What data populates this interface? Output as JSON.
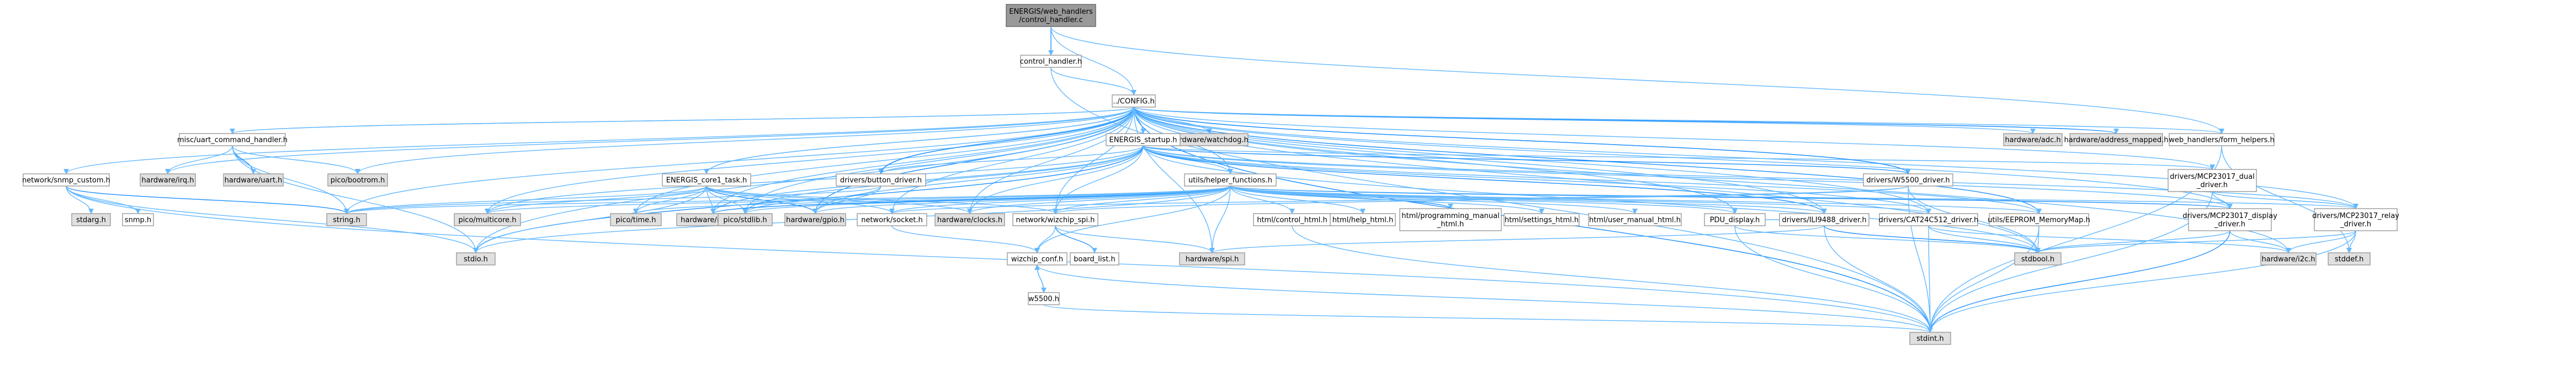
{
  "graph": {
    "nodes": [
      {
        "id": "root",
        "lines": [
          "ENERGIS/web_handlers",
          "/control_handler.c"
        ],
        "style": "root"
      },
      {
        "id": "control_handler",
        "lines": [
          "control_handler.h"
        ],
        "style": "white"
      },
      {
        "id": "config",
        "lines": [
          "../CONFIG.h"
        ],
        "style": "white"
      },
      {
        "id": "web_handlers",
        "lines": [
          "web_handlers/form_helpers.h"
        ],
        "style": "white"
      },
      {
        "id": "hw_watchdog",
        "lines": [
          "hardware/watchdog.h"
        ],
        "style": "grey"
      },
      {
        "id": "hw_adc",
        "lines": [
          "hardware/adc.h"
        ],
        "style": "grey"
      },
      {
        "id": "hw_address",
        "lines": [
          "hardware/address_mapped.h"
        ],
        "style": "grey"
      },
      {
        "id": "misc_uart",
        "lines": [
          "misc/uart_command_handler.h"
        ],
        "style": "white"
      },
      {
        "id": "energis_startup",
        "lines": [
          "ENERGIS_startup.h"
        ],
        "style": "white"
      },
      {
        "id": "drivers_mcp_dual",
        "lines": [
          "drivers/MCP23017_dual",
          "_driver.h"
        ],
        "style": "white"
      },
      {
        "id": "network_snmp",
        "lines": [
          "network/snmp_custom.h"
        ],
        "style": "white"
      },
      {
        "id": "hw_irq",
        "lines": [
          "hardware/irq.h"
        ],
        "style": "grey"
      },
      {
        "id": "hw_uart",
        "lines": [
          "hardware/uart.h"
        ],
        "style": "grey"
      },
      {
        "id": "pico_bootrom",
        "lines": [
          "pico/bootrom.h"
        ],
        "style": "grey"
      },
      {
        "id": "energis_core1",
        "lines": [
          "ENERGIS_core1_task.h"
        ],
        "style": "white"
      },
      {
        "id": "drivers_button",
        "lines": [
          "drivers/button_driver.h"
        ],
        "style": "white"
      },
      {
        "id": "utils_helper",
        "lines": [
          "utils/helper_functions.h"
        ],
        "style": "white"
      },
      {
        "id": "drivers_w5500",
        "lines": [
          "drivers/W5500_driver.h"
        ],
        "style": "white"
      },
      {
        "id": "stdarg",
        "lines": [
          "stdarg.h"
        ],
        "style": "grey"
      },
      {
        "id": "snmp",
        "lines": [
          "snmp.h"
        ],
        "style": "white"
      },
      {
        "id": "string",
        "lines": [
          "string.h"
        ],
        "style": "grey"
      },
      {
        "id": "pico_multicore",
        "lines": [
          "pico/multicore.h"
        ],
        "style": "grey"
      },
      {
        "id": "pico_time",
        "lines": [
          "pico/time.h"
        ],
        "style": "grey"
      },
      {
        "id": "hw_resets",
        "lines": [
          "hardware/resets.h"
        ],
        "style": "grey"
      },
      {
        "id": "pico_stdlib",
        "lines": [
          "pico/stdlib.h"
        ],
        "style": "grey"
      },
      {
        "id": "hw_gpio",
        "lines": [
          "hardware/gpio.h"
        ],
        "style": "grey"
      },
      {
        "id": "network_socket",
        "lines": [
          "network/socket.h"
        ],
        "style": "white"
      },
      {
        "id": "hw_clocks",
        "lines": [
          "hardware/clocks.h"
        ],
        "style": "grey"
      },
      {
        "id": "network_wizchip",
        "lines": [
          "network/wizchip_spi.h"
        ],
        "style": "white"
      },
      {
        "id": "html_control",
        "lines": [
          "html/control_html.h"
        ],
        "style": "white"
      },
      {
        "id": "html_help",
        "lines": [
          "html/help_html.h"
        ],
        "style": "white"
      },
      {
        "id": "html_programming",
        "lines": [
          "html/programming_manual",
          "_html.h"
        ],
        "style": "white"
      },
      {
        "id": "html_settings",
        "lines": [
          "html/settings_html.h"
        ],
        "style": "white"
      },
      {
        "id": "html_user_manual",
        "lines": [
          "html/user_manual_html.h"
        ],
        "style": "white"
      },
      {
        "id": "pdu_display",
        "lines": [
          "PDU_display.h"
        ],
        "style": "white"
      },
      {
        "id": "drivers_ili9488",
        "lines": [
          "drivers/ILI9488_driver.h"
        ],
        "style": "white"
      },
      {
        "id": "drivers_cat24c512",
        "lines": [
          "drivers/CAT24C512_driver.h"
        ],
        "style": "white"
      },
      {
        "id": "utils_eeprom",
        "lines": [
          "utils/EEPROM_MemoryMap.h"
        ],
        "style": "white"
      },
      {
        "id": "drivers_mcp_display",
        "lines": [
          "drivers/MCP23017_display",
          "_driver.h"
        ],
        "style": "white"
      },
      {
        "id": "drivers_mcp_relay",
        "lines": [
          "drivers/MCP23017_relay",
          "_driver.h"
        ],
        "style": "white"
      },
      {
        "id": "stdio",
        "lines": [
          "stdio.h"
        ],
        "style": "grey"
      },
      {
        "id": "wizchip_conf",
        "lines": [
          "wizchip_conf.h"
        ],
        "style": "white"
      },
      {
        "id": "board_list",
        "lines": [
          "board_list.h"
        ],
        "style": "white"
      },
      {
        "id": "hw_spi",
        "lines": [
          "hardware/spi.h"
        ],
        "style": "grey"
      },
      {
        "id": "stdbool",
        "lines": [
          "stdbool.h"
        ],
        "style": "grey"
      },
      {
        "id": "hw_i2c",
        "lines": [
          "hardware/i2c.h"
        ],
        "style": "grey"
      },
      {
        "id": "stddef",
        "lines": [
          "stddef.h"
        ],
        "style": "grey"
      },
      {
        "id": "w5500",
        "lines": [
          "w5500.h"
        ],
        "style": "white"
      },
      {
        "id": "stdint",
        "lines": [
          "stdint.h"
        ],
        "style": "grey"
      }
    ],
    "edges": [
      [
        "root",
        "control_handler"
      ],
      [
        "root",
        "config"
      ],
      [
        "root",
        "web_handlers"
      ],
      [
        "control_handler",
        "config"
      ],
      [
        "control_handler",
        "stdint"
      ],
      [
        "config",
        "hw_watchdog"
      ],
      [
        "config",
        "hw_adc"
      ],
      [
        "config",
        "hw_address"
      ],
      [
        "config",
        "misc_uart"
      ],
      [
        "config",
        "energis_startup"
      ],
      [
        "config",
        "drivers_mcp_dual"
      ],
      [
        "config",
        "network_snmp"
      ],
      [
        "config",
        "energis_core1"
      ],
      [
        "config",
        "drivers_button"
      ],
      [
        "config",
        "utils_helper"
      ],
      [
        "config",
        "drivers_w5500"
      ],
      [
        "config",
        "string"
      ],
      [
        "config",
        "pico_multicore"
      ],
      [
        "config",
        "pico_time"
      ],
      [
        "config",
        "hw_resets"
      ],
      [
        "config",
        "pico_stdlib"
      ],
      [
        "config",
        "hw_gpio"
      ],
      [
        "config",
        "network_socket"
      ],
      [
        "config",
        "hw_clocks"
      ],
      [
        "config",
        "network_wizchip"
      ],
      [
        "config",
        "pdu_display"
      ],
      [
        "config",
        "drivers_ili9488"
      ],
      [
        "config",
        "drivers_cat24c512"
      ],
      [
        "config",
        "utils_eeprom"
      ],
      [
        "config",
        "drivers_mcp_display"
      ],
      [
        "config",
        "drivers_mcp_relay"
      ],
      [
        "config",
        "stdio"
      ],
      [
        "config",
        "hw_spi"
      ],
      [
        "config",
        "stdbool"
      ],
      [
        "config",
        "hw_i2c"
      ],
      [
        "config",
        "stdint"
      ],
      [
        "config",
        "hw_irq"
      ],
      [
        "config",
        "pico_bootrom"
      ],
      [
        "config",
        "web_handlers"
      ],
      [
        "web_handlers",
        "stddef"
      ],
      [
        "web_handlers",
        "stdint"
      ],
      [
        "misc_uart",
        "hw_irq"
      ],
      [
        "misc_uart",
        "hw_uart"
      ],
      [
        "misc_uart",
        "pico_bootrom"
      ],
      [
        "misc_uart",
        "string"
      ],
      [
        "misc_uart",
        "stdio"
      ],
      [
        "misc_uart",
        "config"
      ],
      [
        "energis_startup",
        "config"
      ],
      [
        "energis_startup",
        "utils_helper"
      ],
      [
        "energis_startup",
        "drivers_w5500"
      ],
      [
        "energis_startup",
        "drivers_button"
      ],
      [
        "energis_startup",
        "pico_stdlib"
      ],
      [
        "energis_startup",
        "hw_gpio"
      ],
      [
        "energis_startup",
        "hw_resets"
      ],
      [
        "energis_startup",
        "hw_clocks"
      ],
      [
        "energis_startup",
        "network_wizchip"
      ],
      [
        "energis_startup",
        "drivers_ili9488"
      ],
      [
        "energis_startup",
        "drivers_cat24c512"
      ],
      [
        "energis_startup",
        "drivers_mcp_display"
      ],
      [
        "energis_startup",
        "drivers_mcp_relay"
      ],
      [
        "energis_startup",
        "drivers_mcp_dual"
      ],
      [
        "energis_startup",
        "utils_eeprom"
      ],
      [
        "energis_startup",
        "stdbool"
      ],
      [
        "energis_startup",
        "stdio"
      ],
      [
        "energis_startup",
        "pico_multicore"
      ],
      [
        "drivers_mcp_dual",
        "drivers_mcp_display"
      ],
      [
        "drivers_mcp_dual",
        "drivers_mcp_relay"
      ],
      [
        "drivers_mcp_dual",
        "stdint"
      ],
      [
        "network_snmp",
        "stdarg"
      ],
      [
        "network_snmp",
        "snmp"
      ],
      [
        "network_snmp",
        "string"
      ],
      [
        "network_snmp",
        "stdio"
      ],
      [
        "network_snmp",
        "stdint"
      ],
      [
        "energis_core1",
        "config"
      ],
      [
        "energis_core1",
        "pico_multicore"
      ],
      [
        "energis_core1",
        "pico_time"
      ],
      [
        "energis_core1",
        "pico_stdlib"
      ],
      [
        "energis_core1",
        "hw_gpio"
      ],
      [
        "energis_core1",
        "string"
      ],
      [
        "energis_core1",
        "stdio"
      ],
      [
        "energis_core1",
        "hw_resets"
      ],
      [
        "energis_core1",
        "network_socket"
      ],
      [
        "energis_core1",
        "hw_clocks"
      ],
      [
        "energis_core1",
        "network_wizchip"
      ],
      [
        "drivers_button",
        "config"
      ],
      [
        "drivers_button",
        "pico_stdlib"
      ],
      [
        "drivers_button",
        "hw_gpio"
      ],
      [
        "drivers_button",
        "string"
      ],
      [
        "utils_helper",
        "config"
      ],
      [
        "utils_helper",
        "html_control"
      ],
      [
        "utils_helper",
        "html_help"
      ],
      [
        "utils_helper",
        "html_programming"
      ],
      [
        "utils_helper",
        "html_settings"
      ],
      [
        "utils_helper",
        "html_user_manual"
      ],
      [
        "utils_helper",
        "pdu_display"
      ],
      [
        "utils_helper",
        "drivers_ili9488"
      ],
      [
        "utils_helper",
        "drivers_cat24c512"
      ],
      [
        "utils_helper",
        "utils_eeprom"
      ],
      [
        "utils_helper",
        "drivers_mcp_display"
      ],
      [
        "utils_helper",
        "drivers_mcp_relay"
      ],
      [
        "utils_helper",
        "network_socket"
      ],
      [
        "utils_helper",
        "network_wizchip"
      ],
      [
        "utils_helper",
        "hw_clocks"
      ],
      [
        "utils_helper",
        "hw_gpio"
      ],
      [
        "utils_helper",
        "pico_stdlib"
      ],
      [
        "utils_helper",
        "hw_resets"
      ],
      [
        "utils_helper",
        "pico_time"
      ],
      [
        "utils_helper",
        "pico_multicore"
      ],
      [
        "utils_helper",
        "string"
      ],
      [
        "utils_helper",
        "stdio"
      ],
      [
        "utils_helper",
        "hw_spi"
      ],
      [
        "utils_helper",
        "wizchip_conf"
      ],
      [
        "drivers_w5500",
        "config"
      ],
      [
        "drivers_w5500",
        "network_socket"
      ],
      [
        "drivers_w5500",
        "network_wizchip"
      ],
      [
        "drivers_w5500",
        "stdbool"
      ],
      [
        "drivers_w5500",
        "stdint"
      ],
      [
        "network_socket",
        "wizchip_conf"
      ],
      [
        "network_wizchip",
        "wizchip_conf"
      ],
      [
        "network_wizchip",
        "board_list"
      ],
      [
        "network_wizchip",
        "hw_spi"
      ],
      [
        "pdu_display",
        "drivers_ili9488"
      ],
      [
        "pdu_display",
        "stdint"
      ],
      [
        "pdu_display",
        "stdbool"
      ],
      [
        "drivers_ili9488",
        "hw_spi"
      ],
      [
        "drivers_ili9488",
        "stdint"
      ],
      [
        "drivers_ili9488",
        "stdbool"
      ],
      [
        "drivers_cat24c512",
        "hw_i2c"
      ],
      [
        "drivers_cat24c512",
        "stdint"
      ],
      [
        "drivers_cat24c512",
        "stdbool"
      ],
      [
        "utils_eeprom",
        "stdint"
      ],
      [
        "utils_eeprom",
        "stdbool"
      ],
      [
        "drivers_mcp_display",
        "hw_i2c"
      ],
      [
        "drivers_mcp_display",
        "stdint"
      ],
      [
        "drivers_mcp_display",
        "stdbool"
      ],
      [
        "drivers_mcp_relay",
        "hw_i2c"
      ],
      [
        "drivers_mcp_relay",
        "stdint"
      ],
      [
        "drivers_mcp_relay",
        "stdbool"
      ],
      [
        "drivers_mcp_relay",
        "stddef"
      ],
      [
        "wizchip_conf",
        "stdint"
      ],
      [
        "wizchip_conf",
        "w5500"
      ],
      [
        "w5500",
        "wizchip_conf"
      ],
      [
        "w5500",
        "stdint"
      ],
      [
        "html_control",
        "stdint"
      ]
    ]
  }
}
